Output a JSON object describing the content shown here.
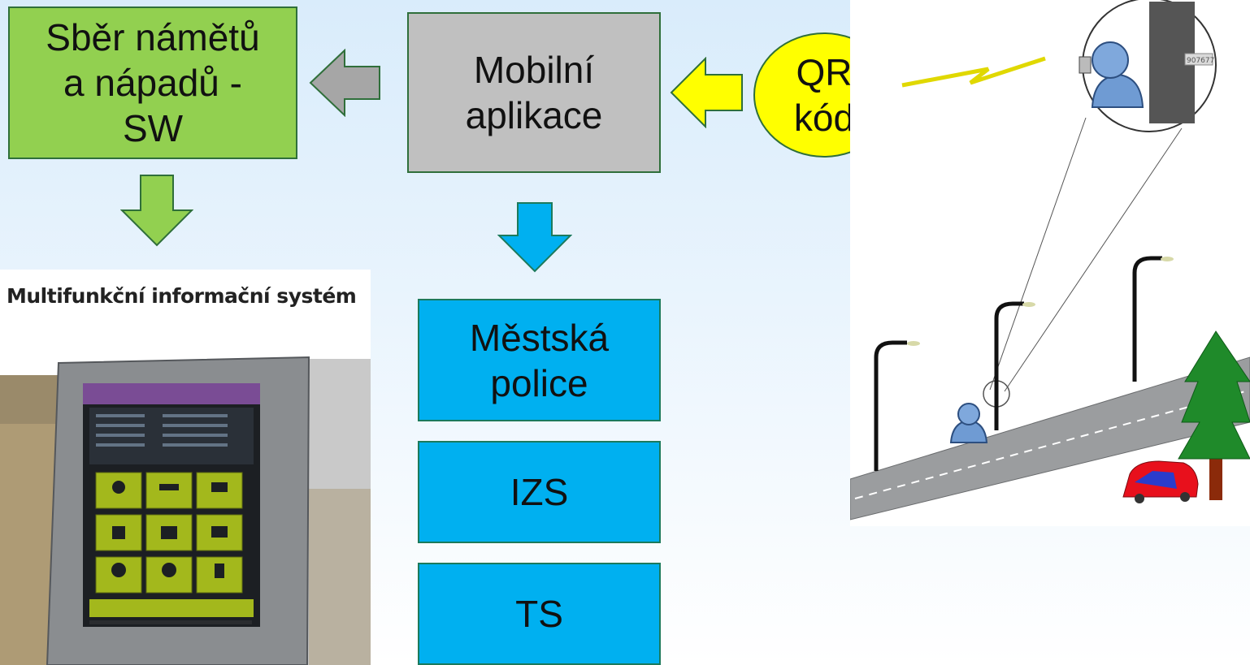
{
  "boxes": {
    "sw": "Sběr námětů\na nápadů -\nSW",
    "app": "Mobilní\naplikace",
    "qr": "QR\nkód",
    "police": "Městská\npolice",
    "izs": "IZS",
    "ts": "TS"
  },
  "kiosk": {
    "title": "Multifunkční informační systém"
  },
  "scene": {
    "tag_label": "907677"
  },
  "colors": {
    "green_box": "#92d050",
    "gray_box": "#c0c0c0",
    "blue_box": "#00b0f0",
    "yellow": "#ffff00"
  }
}
